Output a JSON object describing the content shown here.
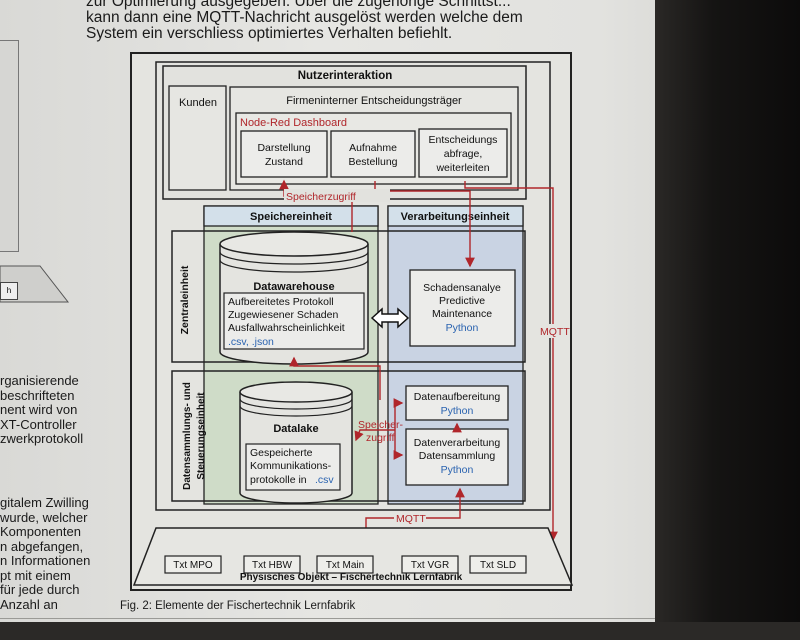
{
  "body_text": {
    "top_lines": [
      "zur Optimierung ausgegeben. Über die zugehörige Schnittst...",
      "kann dann eine MQTT-Nachricht ausgelöst werden welche dem",
      "System ein verschliess optimiertes Verhalten befiehlt."
    ],
    "left_fragments_a": [
      "rganisierende",
      "beschrifteten",
      "nent wird von",
      "XT-Controller",
      "zwerkprotokoll"
    ],
    "left_fragments_b": [
      "gitalem Zwilling",
      "wurde, welcher",
      "Komponenten",
      "n abgefangen,",
      "n Informationen",
      "pt mit einem",
      "für jede durch",
      "Anzahl an"
    ],
    "left_small_box": "h"
  },
  "diagram": {
    "nutzer_title": "Nutzerinteraktion",
    "kunden": "Kunden",
    "firmen_title": "Firmeninterner Entscheidungsträger",
    "nodered_title": "Node-Red Dashboard",
    "box_darstellung": [
      "Darstellung",
      "Zustand"
    ],
    "box_aufnahme": [
      "Aufnahme",
      "Bestellung"
    ],
    "box_entscheidung": [
      "Entscheidungs",
      "abfrage,",
      "weiterleiten"
    ],
    "speicherzugriff_top": "Speicherzugriff",
    "speicher_title": "Speichereinheit",
    "verarbeitung_title": "Verarbeitungseinheit",
    "zentral_label": "Zentraleinheit",
    "datensamm_label_1": "Datensammlungs- und",
    "datensamm_label_2": "Steuerungseinheit",
    "dw_title": "Datawarehouse",
    "dw_lines": [
      "Aufbereitetes Protokoll",
      "Zugewiesener Schaden",
      "Ausfallwahrscheinlichkeit"
    ],
    "dw_formats": ".csv, .json",
    "schaden_lines": [
      "Schadensanalye",
      "Predictive",
      "Maintenance"
    ],
    "python": "Python",
    "mqtt_right": "MQTT",
    "datenaufbereitung": "Datenaufbereitung",
    "speicher_zugriff_mid": [
      "Speicher-",
      "zugriff"
    ],
    "datalake_title": "Datalake",
    "datalake_lines": [
      "Gespeicherte",
      "Kommunikations-",
      "protokolle in"
    ],
    "datalake_format": ".csv",
    "datenverarbeitung": [
      "Datenverarbeitung",
      "Datensammlung"
    ],
    "mqtt_bottom": "MQTT",
    "txt_units": [
      "Txt MPO",
      "Txt HBW",
      "Txt Main",
      "Txt VGR",
      "Txt SLD"
    ],
    "physisch_label": "Physisches Objekt – Fischertechnik Lernfabrik"
  },
  "caption": "Fig. 2: Elemente der Fischertechnik Lernfabrik",
  "colors": {
    "arrow_red": "#b0262b",
    "blue_bg": "#c9d3e3",
    "green_bg": "#cfdcc8",
    "link_blue": "#2a63b0",
    "title_blue": "#d3e0ea"
  }
}
